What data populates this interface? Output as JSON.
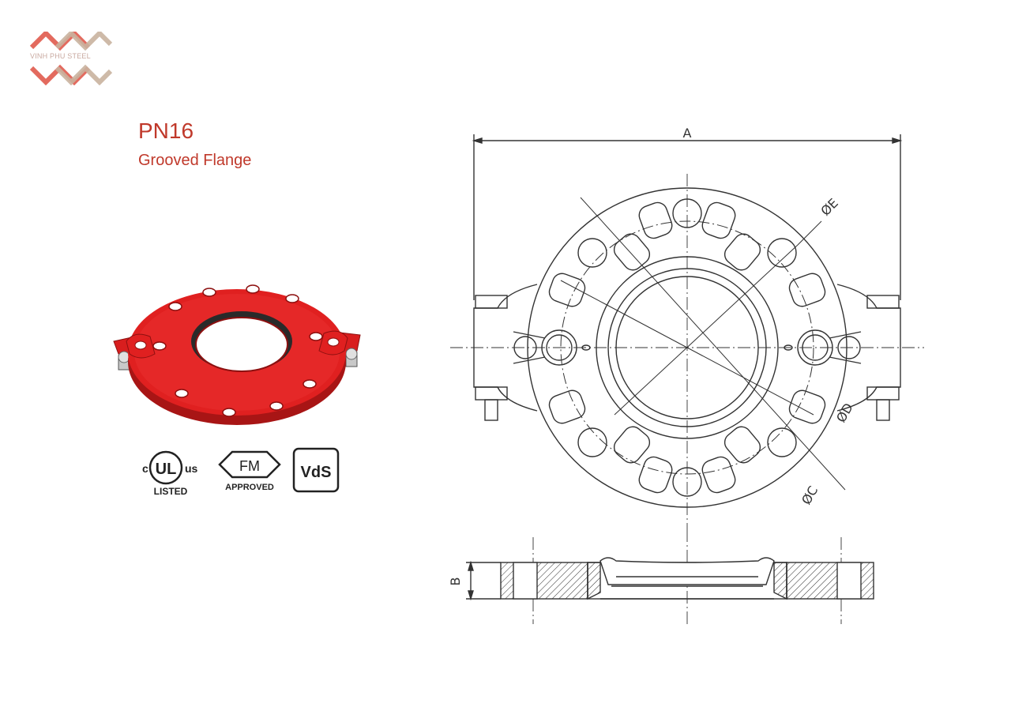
{
  "brand": {
    "name": "VINH PHU STEEL"
  },
  "product": {
    "code": "PN16",
    "name": "Grooved Flange"
  },
  "certifications": {
    "ul": {
      "c": "c",
      "ul": "UL",
      "us": "us",
      "caption": "LISTED"
    },
    "fm": {
      "mark": "FM",
      "caption": "APPROVED"
    },
    "vds": {
      "mark": "VdS"
    }
  },
  "drawing": {
    "dim_a": "A",
    "dim_b": "B",
    "dim_c": "ØC",
    "dim_d": "ØD",
    "dim_e": "ØE"
  },
  "colors": {
    "accent": "#c0392b",
    "product_red": "#e02020",
    "logo_red": "#e36a5e",
    "logo_tan": "#c9b29e"
  }
}
